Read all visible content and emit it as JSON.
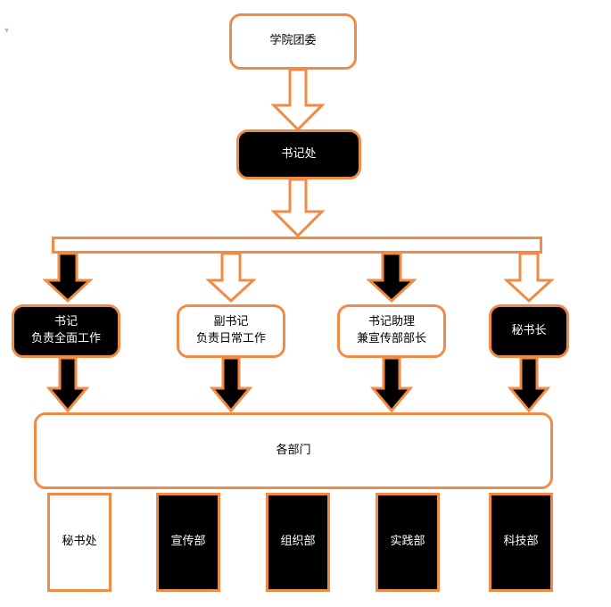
{
  "diagram": {
    "title_node": {
      "label": "学院团委"
    },
    "secretariat_node": {
      "label": "书记处"
    },
    "roles": [
      {
        "line1": "书记",
        "line2": "负责全面工作",
        "style": "dark"
      },
      {
        "line1": "副书记",
        "line2": "负责日常工作",
        "style": "light"
      },
      {
        "line1": "书记助理",
        "line2": "兼宣传部部长",
        "style": "light"
      },
      {
        "line1": "秘书长",
        "line2": "",
        "style": "dark"
      }
    ],
    "departments_node": {
      "label": "各部门"
    },
    "departments": [
      {
        "label": "秘书处",
        "style": "light"
      },
      {
        "label": "宣传部",
        "style": "dark"
      },
      {
        "label": "组织部",
        "style": "dark"
      },
      {
        "label": "实践部",
        "style": "dark"
      },
      {
        "label": "科技部",
        "style": "dark"
      }
    ],
    "colors": {
      "accent": "#F08A45",
      "dark_fill": "#000000",
      "light_fill": "#ffffff",
      "dark_text": "#ffffff",
      "light_text": "#000000",
      "artifact": "#b9b9b9"
    }
  }
}
